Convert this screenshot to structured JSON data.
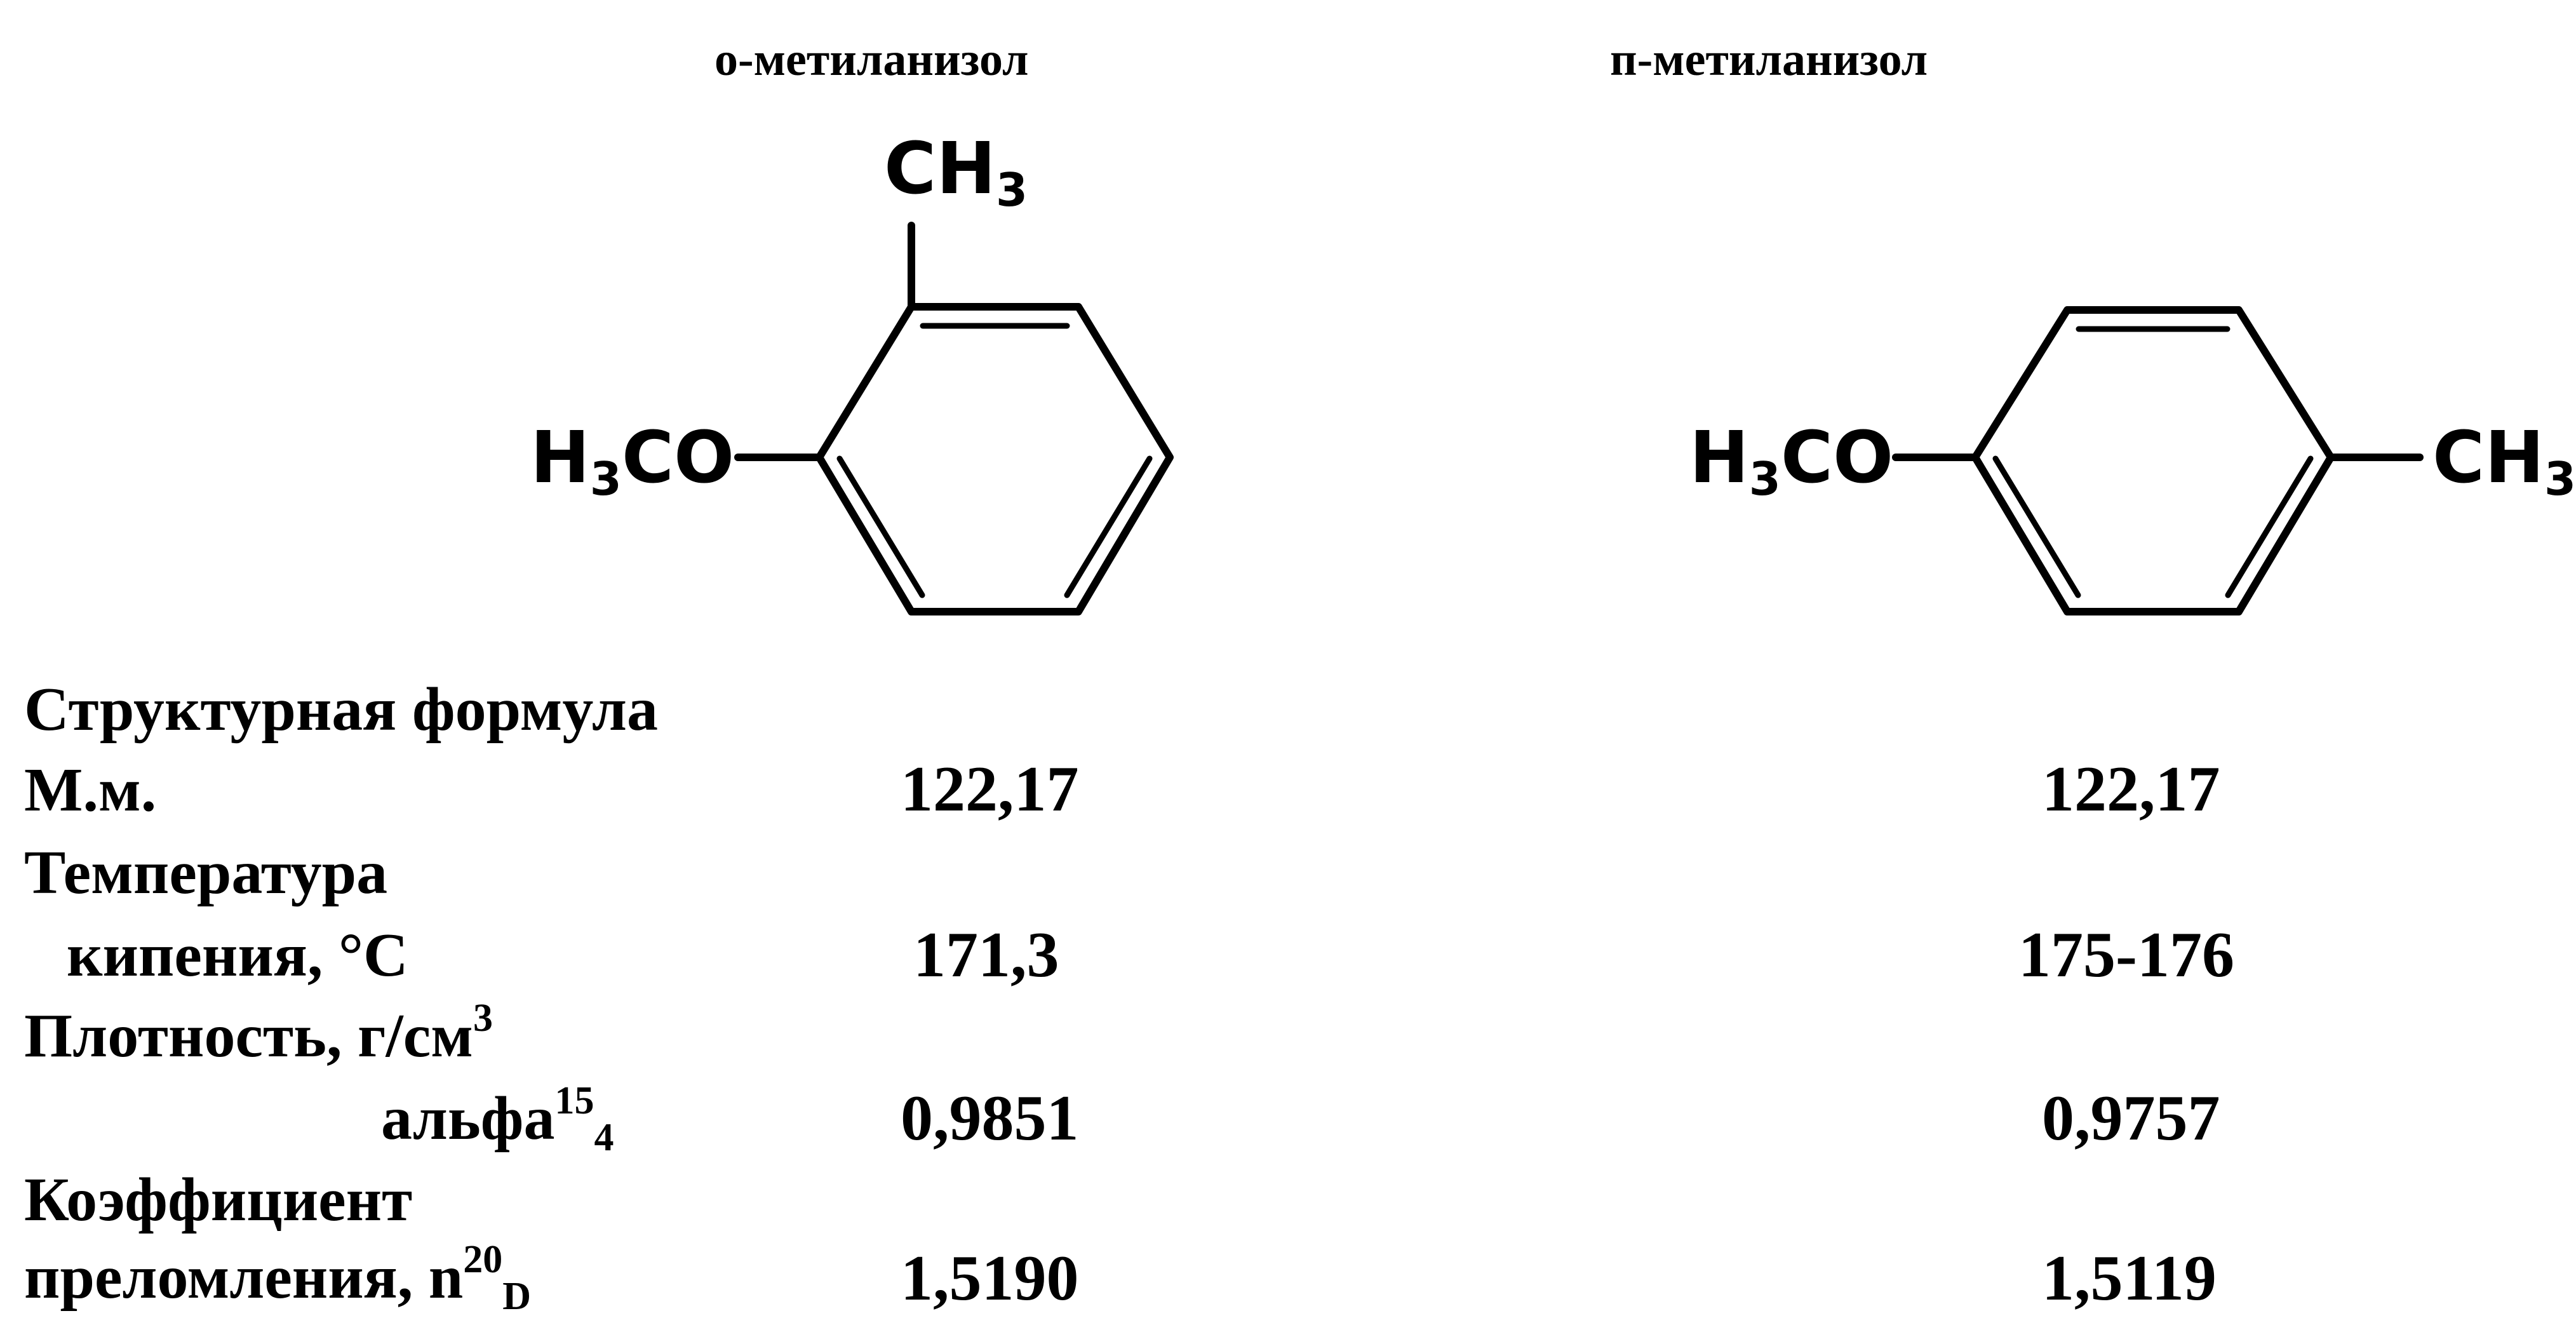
{
  "compounds": [
    {
      "name": "о-метиланизол",
      "substituent_top": {
        "group": "CH",
        "sub": "3"
      },
      "substituent_left": {
        "group_a": "H",
        "sub": "3",
        "group_b": "CO"
      },
      "mm": "122,17",
      "boiling": "171,3",
      "density": "0,9851",
      "refraction": "1,5190"
    },
    {
      "name": "п-метиланизол",
      "substituent_left": {
        "group_a": "H",
        "sub": "3",
        "group_b": "CO"
      },
      "substituent_right": {
        "group": "CH",
        "sub": "3"
      },
      "mm": "122,17",
      "boiling": "175-176",
      "density": "0,9757",
      "refraction": "1,5119"
    }
  ],
  "labels": {
    "structure": "Структурная формула",
    "mm": "М.м.",
    "temp_line1": "Температура",
    "temp_line2": "кипения, °С",
    "density_line1": "Плотность, г/см",
    "density_unit_sup": "3",
    "density_line2": "альфа",
    "density_line2_sup": "15",
    "density_line2_sub": "4",
    "refr_line1": "Коэффициент",
    "refr_line2": "преломления, n",
    "refr_line2_sup": "20",
    "refr_line2_sub": "D"
  }
}
